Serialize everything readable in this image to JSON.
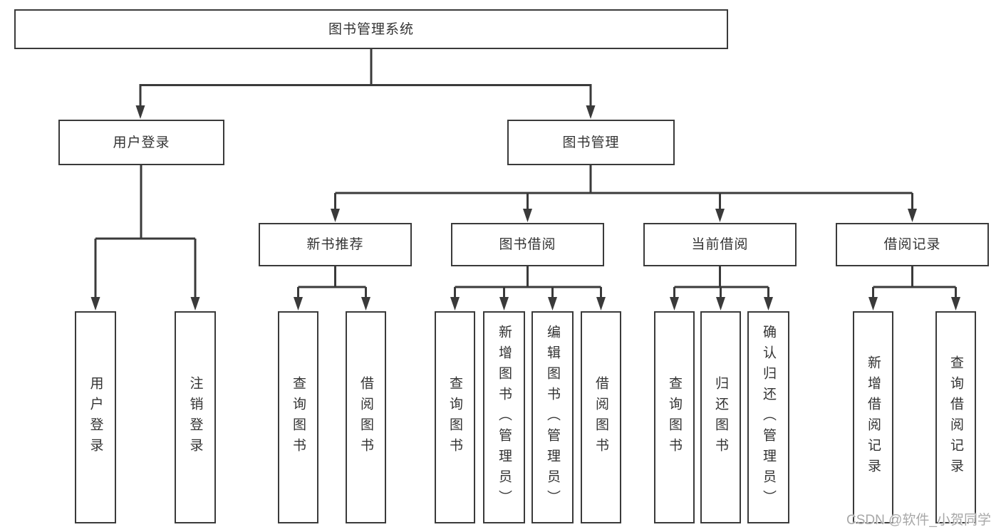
{
  "diagram": {
    "root": {
      "label": "图书管理系统"
    },
    "branches": [
      {
        "label": "用户登录",
        "children": [
          {
            "label": "用户登录"
          },
          {
            "label": "注销登录"
          }
        ]
      },
      {
        "label": "图书管理",
        "children": [
          {
            "label": "新书推荐",
            "children": [
              {
                "label": "查询图书"
              },
              {
                "label": "借阅图书"
              }
            ]
          },
          {
            "label": "图书借阅",
            "children": [
              {
                "label": "查询图书"
              },
              {
                "label": "新增图书（管理员）"
              },
              {
                "label": "编辑图书（管理员）"
              },
              {
                "label": "借阅图书"
              }
            ]
          },
          {
            "label": "当前借阅",
            "children": [
              {
                "label": "查询图书"
              },
              {
                "label": "归还图书"
              },
              {
                "label": "确认归还（管理员）"
              }
            ]
          },
          {
            "label": "借阅记录",
            "children": [
              {
                "label": "新增借阅记录"
              },
              {
                "label": "查询借阅记录"
              }
            ]
          }
        ]
      }
    ]
  },
  "watermark": "CSDN @软件_小贺同学",
  "colors": {
    "line": "#3a3a3a",
    "text": "#333333",
    "background": "#ffffff",
    "watermark": "#a8a8a8"
  }
}
